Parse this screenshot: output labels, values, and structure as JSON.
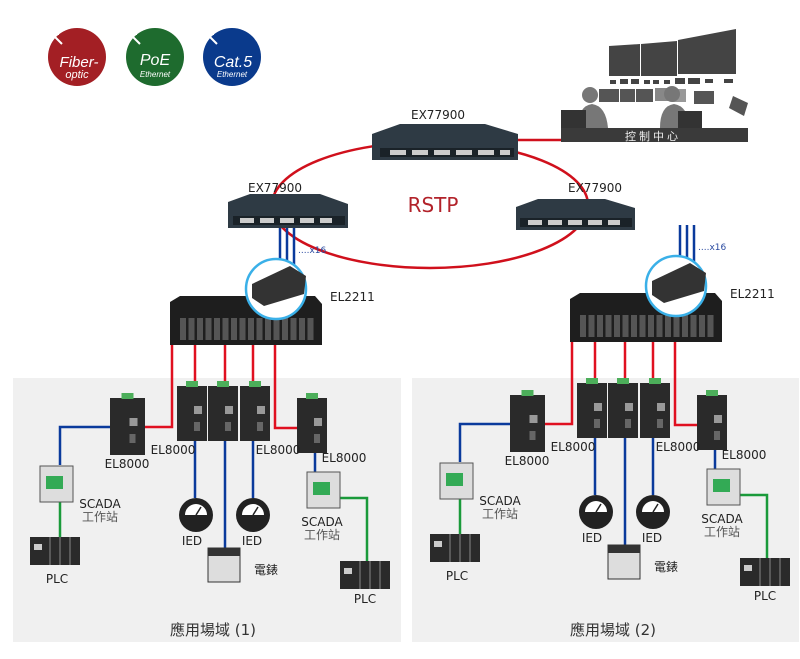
{
  "legend": [
    {
      "line1": "Fiber-",
      "line2": "optic",
      "color": "#a31f24",
      "icon": "arrow-icon"
    },
    {
      "line1": "PoE",
      "line2": "Ethernet",
      "color": "#1e6b2e",
      "icon": "arrow-icon"
    },
    {
      "line1": "Cat.5",
      "line2": "Ethernet",
      "color": "#0a3a8c",
      "icon": "arrow-icon"
    }
  ],
  "core": {
    "top_switch": "EX77900",
    "left_switch": "EX77900",
    "right_switch": "EX77900",
    "ring_label": "RSTP",
    "control_center": "控制中心",
    "multiplier": "....x16",
    "converter": "EL2211"
  },
  "zones": [
    {
      "title": "應用場域 (1)",
      "el8000": [
        "EL8000",
        "EL8000",
        "EL8000",
        "EL8000"
      ],
      "scada": [
        "SCADA",
        "工作站"
      ],
      "scada2": [
        "SCADA",
        "工作站"
      ],
      "plc": [
        "PLC",
        "PLC"
      ],
      "ied": [
        "IED",
        "IED"
      ],
      "meter": "電錶"
    },
    {
      "title": "應用場域 (2)",
      "el8000": [
        "EL8000",
        "EL8000",
        "EL8000",
        "EL8000"
      ],
      "scada": [
        "SCADA",
        "工作站"
      ],
      "scada2": [
        "SCADA",
        "工作站"
      ],
      "plc": [
        "PLC",
        "PLC"
      ],
      "ied": [
        "IED",
        "IED"
      ],
      "meter": "電錶"
    }
  ],
  "colors": {
    "fiber": "#e01020",
    "ethernet": "#0a3a9c",
    "poe": "#1a9a3a",
    "ring": "#d0101c",
    "rstp_text": "#b2222a",
    "zone_bg": "#f0f0f0"
  }
}
